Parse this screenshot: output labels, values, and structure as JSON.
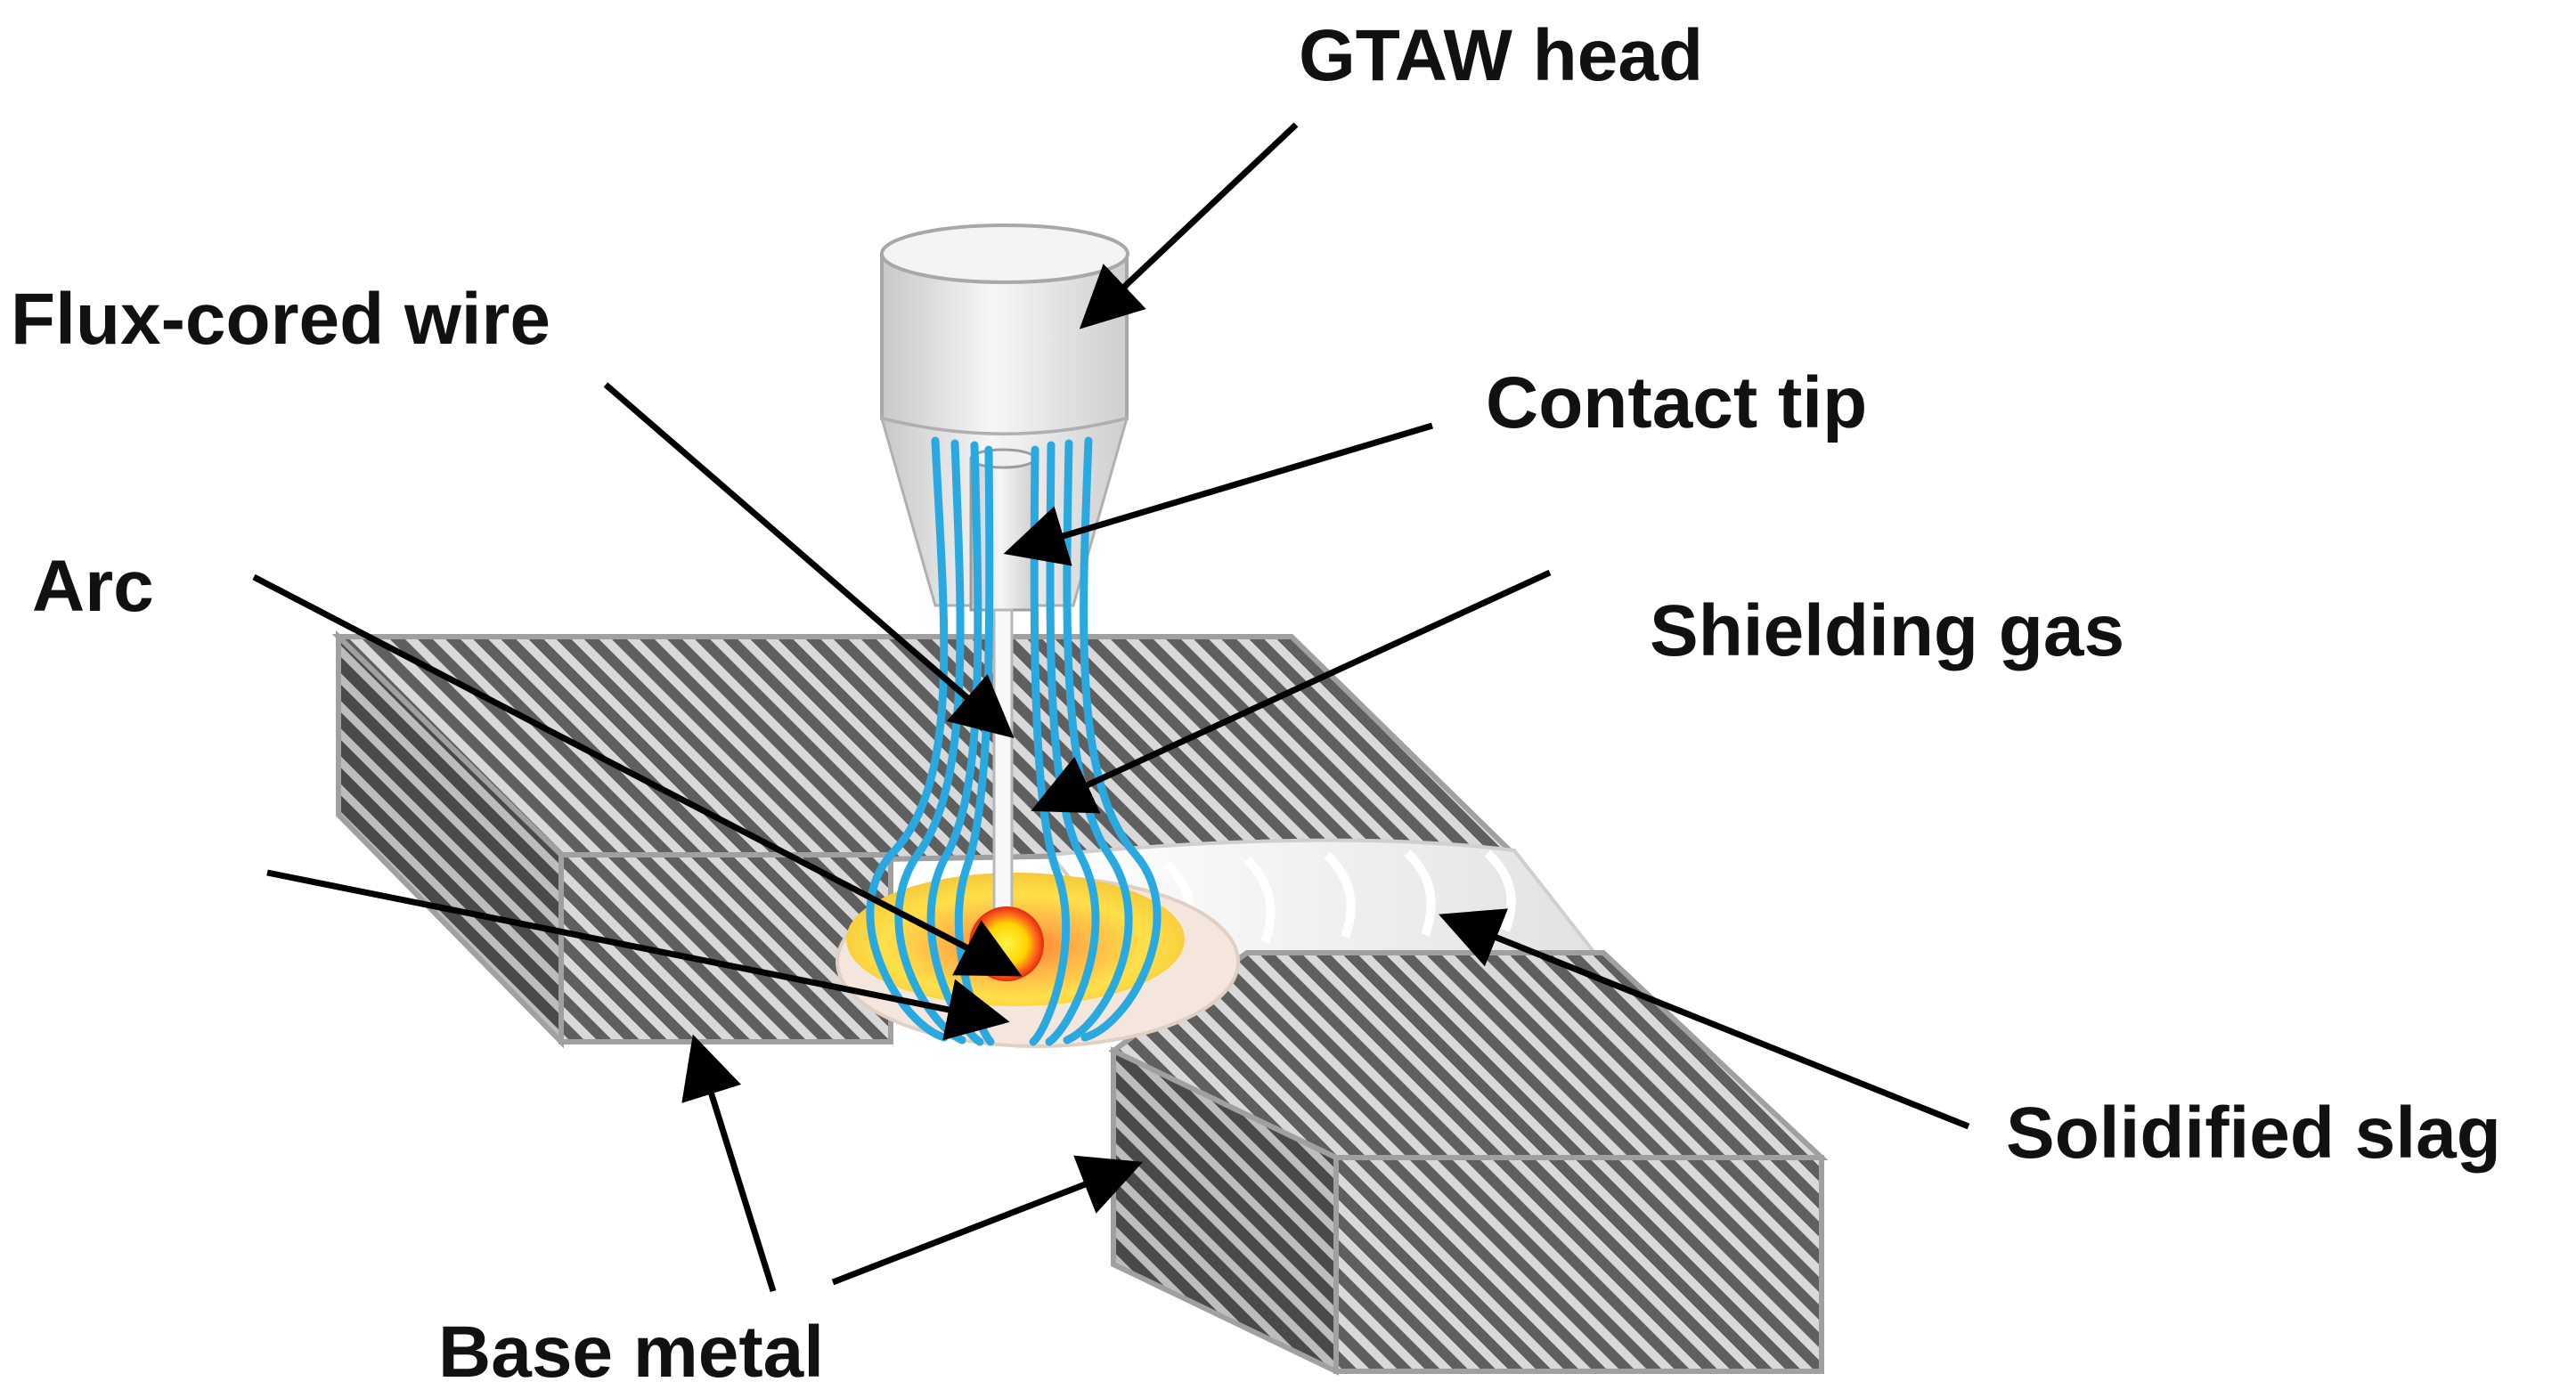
{
  "labels": {
    "gtaw_head": "GTAW head",
    "flux_cored_wire": "Flux-cored wire",
    "contact_tip": "Contact tip",
    "arc": "Arc",
    "shielding_gas": "Shielding gas",
    "solidified_slag": "Solidified slag",
    "base_metal": "Base metal"
  },
  "colors": {
    "base_metal_stripe_dark": "#5f5f5f",
    "base_metal_stripe_light": "#d9d9d9",
    "shielding_gas_lines": "#29a9e0",
    "weld_pool_outer": "#f0a830",
    "weld_pool_inner": "#ffe640",
    "arc_core": "#e83010",
    "slag": "#e8e8e8",
    "torch_body": "#e6e6e6",
    "leader_lines": "#000000"
  }
}
